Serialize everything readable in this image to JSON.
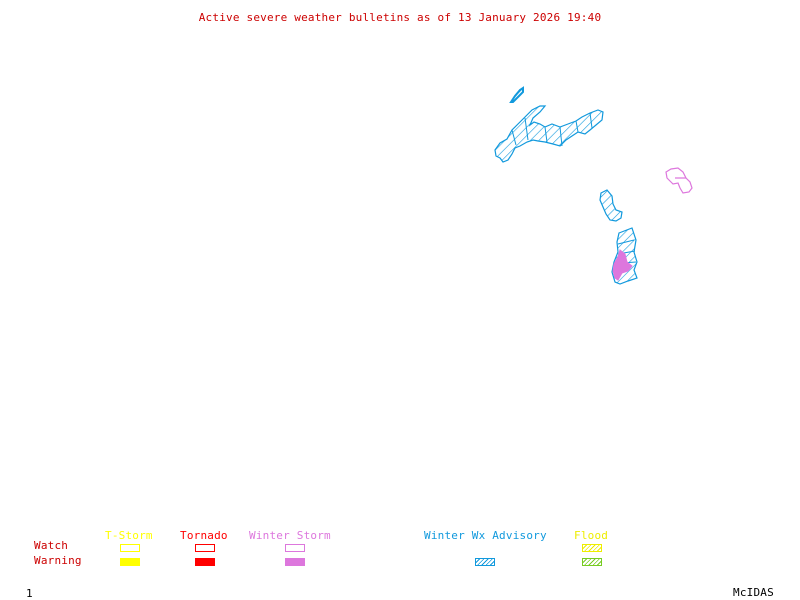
{
  "title": "Active severe weather bulletins as of 13 January 2026 19:40",
  "colors": {
    "title": "#cc0000",
    "tstorm": "#ffff00",
    "tornado": "#ff0000",
    "winter_storm": "#dd77dd",
    "winter_wx_advisory": "#1199dd",
    "flood_watch": "#eeee00",
    "flood_warning": "#77cc22",
    "row_label": "#cc0000",
    "footer": "#000000"
  },
  "legend": {
    "row_labels": {
      "watch": "Watch",
      "warning": "Warning"
    },
    "columns": [
      {
        "key": "tstorm",
        "label": "T-Storm",
        "watch": "outline",
        "warning": "filled"
      },
      {
        "key": "tornado",
        "label": "Tornado",
        "watch": "outline",
        "warning": "filled"
      },
      {
        "key": "winter_storm",
        "label": "Winter Storm",
        "watch": "outline",
        "warning": "filled"
      },
      {
        "key": "winter_wx_advisory",
        "label": "Winter Wx Advisory",
        "watch": null,
        "warning": "hatched"
      },
      {
        "key": "flood",
        "label": "Flood",
        "watch": "hatched",
        "warning": "hatched"
      }
    ]
  },
  "map_regions": [
    {
      "name": "upper-peninsula-advisory",
      "type": "Winter Wx Advisory",
      "style": "hatched"
    },
    {
      "name": "island-advisory",
      "type": "Winter Wx Advisory",
      "style": "hatched"
    },
    {
      "name": "central-advisory",
      "type": "Winter Wx Advisory",
      "style": "hatched"
    },
    {
      "name": "southern-advisory",
      "type": "Winter Wx Advisory",
      "style": "hatched"
    },
    {
      "name": "winter-storm-warning",
      "type": "Winter Storm",
      "style": "filled"
    },
    {
      "name": "winter-storm-watch",
      "type": "Winter Storm",
      "style": "outline"
    }
  ],
  "footer": {
    "frame_number": "1",
    "brand": "McIDAS"
  }
}
